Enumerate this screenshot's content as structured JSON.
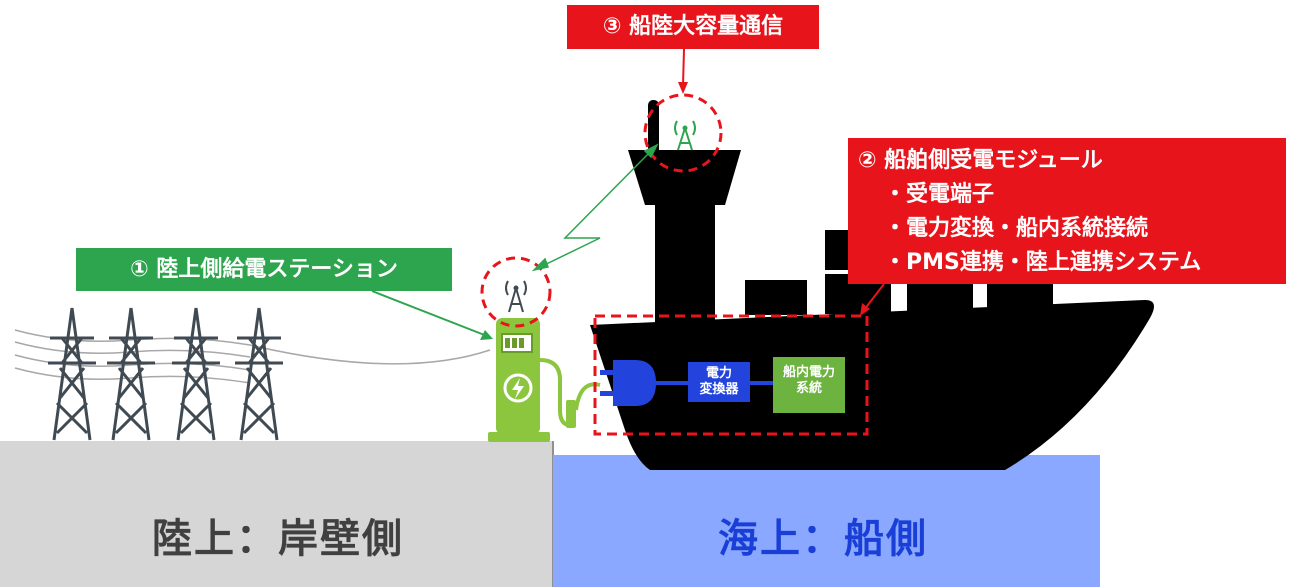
{
  "callouts": {
    "shore_station": "① 陸上側給電ステーション",
    "ship_module_title": "② 船舶側受電モジュール",
    "ship_module_items": [
      "・受電端子",
      "・電力変換・船内系統接続",
      "・PMS連携・陸上連携システム"
    ],
    "communication": "③ 船陸大容量通信"
  },
  "ship_components": {
    "converter_line1": "電力",
    "converter_line2": "変換器",
    "ship_power_line1": "船内電力",
    "ship_power_line2": "系統"
  },
  "regions": {
    "land": "陸上：岸壁側",
    "sea": "海上：船側"
  },
  "colors": {
    "callout_green": "#2da44e",
    "callout_red": "#e8141c",
    "land": "#d6d6d6",
    "sea": "#8aa8ff",
    "ship": "#000000",
    "charger": "#8cc63f",
    "converter": "#2244dd"
  },
  "icons": [
    "transmission-tower-icon",
    "antenna-signal-icon",
    "ev-charger-icon",
    "power-plug-icon",
    "lightning-icon"
  ]
}
